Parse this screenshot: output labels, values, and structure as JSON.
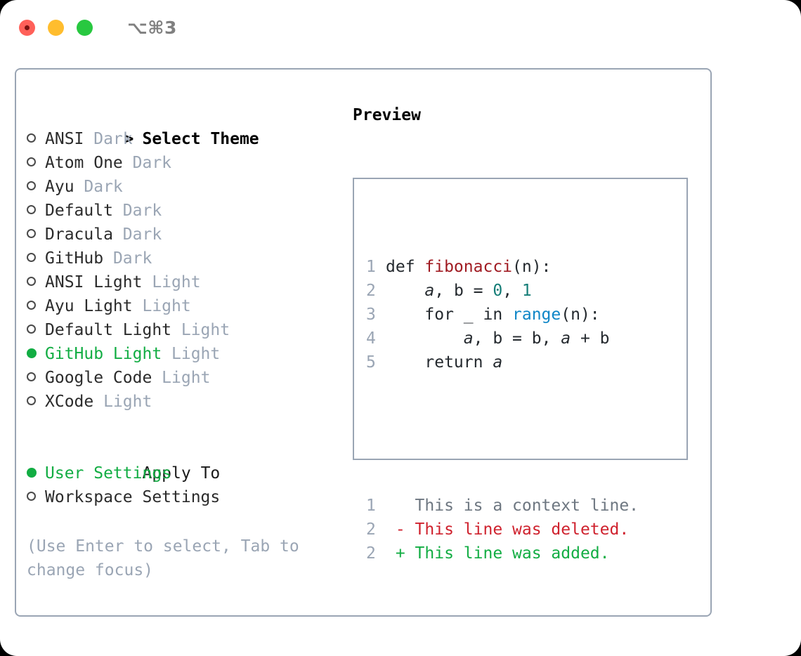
{
  "titlebar": {
    "shortcut": "⌥⌘3",
    "lights": [
      {
        "name": "close",
        "color": "#ff6059"
      },
      {
        "name": "minimize",
        "color": "#ffbd2e"
      },
      {
        "name": "maximize",
        "color": "#28c840"
      }
    ]
  },
  "theme_list": {
    "heading_caret": ">",
    "heading": "Select Theme",
    "items": [
      {
        "marker": "○",
        "name": "ANSI",
        "variant": "Dark",
        "selected": false
      },
      {
        "marker": "○",
        "name": "Atom One",
        "variant": "Dark",
        "selected": false
      },
      {
        "marker": "○",
        "name": "Ayu",
        "variant": "Dark",
        "selected": false
      },
      {
        "marker": "○",
        "name": "Default",
        "variant": "Dark",
        "selected": false
      },
      {
        "marker": "○",
        "name": "Dracula",
        "variant": "Dark",
        "selected": false
      },
      {
        "marker": "○",
        "name": "GitHub",
        "variant": "Dark",
        "selected": false
      },
      {
        "marker": "○",
        "name": "ANSI Light",
        "variant": "Light",
        "selected": false
      },
      {
        "marker": "○",
        "name": "Ayu Light",
        "variant": "Light",
        "selected": false
      },
      {
        "marker": "○",
        "name": "Default Light",
        "variant": "Light",
        "selected": false
      },
      {
        "marker": "●",
        "name": "GitHub Light",
        "variant": "Light",
        "selected": true
      },
      {
        "marker": "○",
        "name": "Google Code",
        "variant": "Light",
        "selected": false
      },
      {
        "marker": "○",
        "name": "XCode",
        "variant": "Light",
        "selected": false
      }
    ]
  },
  "apply_to": {
    "title": "Apply To",
    "options": [
      {
        "marker": "●",
        "label": "User Settings",
        "selected": true
      },
      {
        "marker": "○",
        "label": "Workspace Settings",
        "selected": false
      }
    ]
  },
  "hint": "(Use Enter to select, Tab to change focus)",
  "preview": {
    "title": "Preview",
    "code_lines": [
      {
        "num": "1",
        "tokens": [
          {
            "t": "def ",
            "k": "kw"
          },
          {
            "t": "fibonacci",
            "k": "fn"
          },
          {
            "t": "(n):",
            "k": "plain"
          }
        ]
      },
      {
        "num": "2",
        "tokens": [
          {
            "t": "    ",
            "k": "plain"
          },
          {
            "t": "a",
            "k": "var"
          },
          {
            "t": ", b = ",
            "k": "plain"
          },
          {
            "t": "0",
            "k": "num"
          },
          {
            "t": ", ",
            "k": "plain"
          },
          {
            "t": "1",
            "k": "num"
          }
        ]
      },
      {
        "num": "3",
        "tokens": [
          {
            "t": "    for _ in ",
            "k": "plain"
          },
          {
            "t": "range",
            "k": "call"
          },
          {
            "t": "(n):",
            "k": "plain"
          }
        ]
      },
      {
        "num": "4",
        "tokens": [
          {
            "t": "        ",
            "k": "plain"
          },
          {
            "t": "a",
            "k": "var"
          },
          {
            "t": ", b = b, ",
            "k": "plain"
          },
          {
            "t": "a",
            "k": "var"
          },
          {
            "t": " + b",
            "k": "plain"
          }
        ]
      },
      {
        "num": "5",
        "tokens": [
          {
            "t": "    return ",
            "k": "plain"
          },
          {
            "t": "a",
            "k": "var"
          }
        ]
      }
    ],
    "diff_lines": [
      {
        "num": "1",
        "sign": " ",
        "text": "This is a context line.",
        "kind": "ctx"
      },
      {
        "num": "2",
        "sign": "-",
        "text": "This line was deleted.",
        "kind": "del"
      },
      {
        "num": "2",
        "sign": "+",
        "text": "This line was added.",
        "kind": "add"
      }
    ]
  },
  "colors": {
    "selected_green": "#12ad43",
    "muted_gray": "#9aa5b4",
    "border": "#9aa5b4",
    "function_red": "#a01b22",
    "number_teal": "#157d77",
    "call_blue": "#0f86c7",
    "diff_delete": "#cf222e",
    "diff_add": "#12ad43",
    "diff_context": "#6e7781"
  }
}
